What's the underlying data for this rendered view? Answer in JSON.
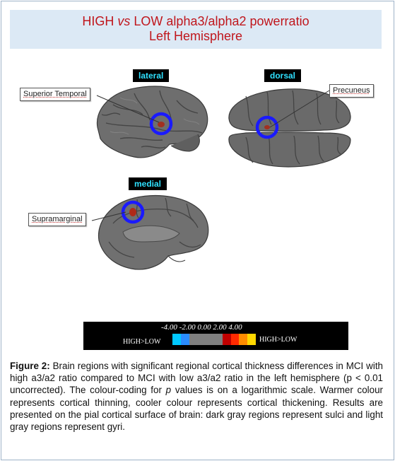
{
  "title": {
    "line1_a": "HIGH ",
    "line1_vs": "vs",
    "line1_b": " LOW alpha3/alpha2 powerratio",
    "line2": "Left Hemisphere"
  },
  "views": {
    "lateral": {
      "label": "lateral",
      "callout": "Superior Temporal"
    },
    "dorsal": {
      "label": "dorsal",
      "callout": "Precuneus"
    },
    "medial": {
      "label": "medial",
      "callout": "Supramarginal"
    }
  },
  "colorbar": {
    "ticks": "-4.00   -2.00 0.00  2.00   4.00",
    "left_label": "HIGH>LOW",
    "right_label": "HIGH>LOW",
    "colors": [
      "#00c8ff",
      "#2a8cff",
      "#7f7f7f",
      "#7f7f7f",
      "#7f7f7f",
      "#7f7f7f",
      "#c00000",
      "#ff2a00",
      "#ff8c00",
      "#ffd800"
    ]
  },
  "caption": {
    "label": "Figure 2:",
    "text1": " Brain regions with significant regional cortical thickness differences in MCI with high a3/a2 ratio compared to MCI with low a3/a2 ratio in the left hemisphere (p < 0.01 uncorrected). The colour-coding for ",
    "p": "p",
    "text2": " values is on a logarithmic scale. Warmer colour represents cortical thinning, cooler colour represents cortical thickening.  Results are presented on the pial cortical surface of brain: dark gray regions represent sulci and light gray regions represent gyri."
  },
  "colors": {
    "title_text": "#c0161c",
    "title_bg": "#dce9f5",
    "label_text": "#2fe0ff",
    "highlight_circle": "#1a1aff"
  }
}
